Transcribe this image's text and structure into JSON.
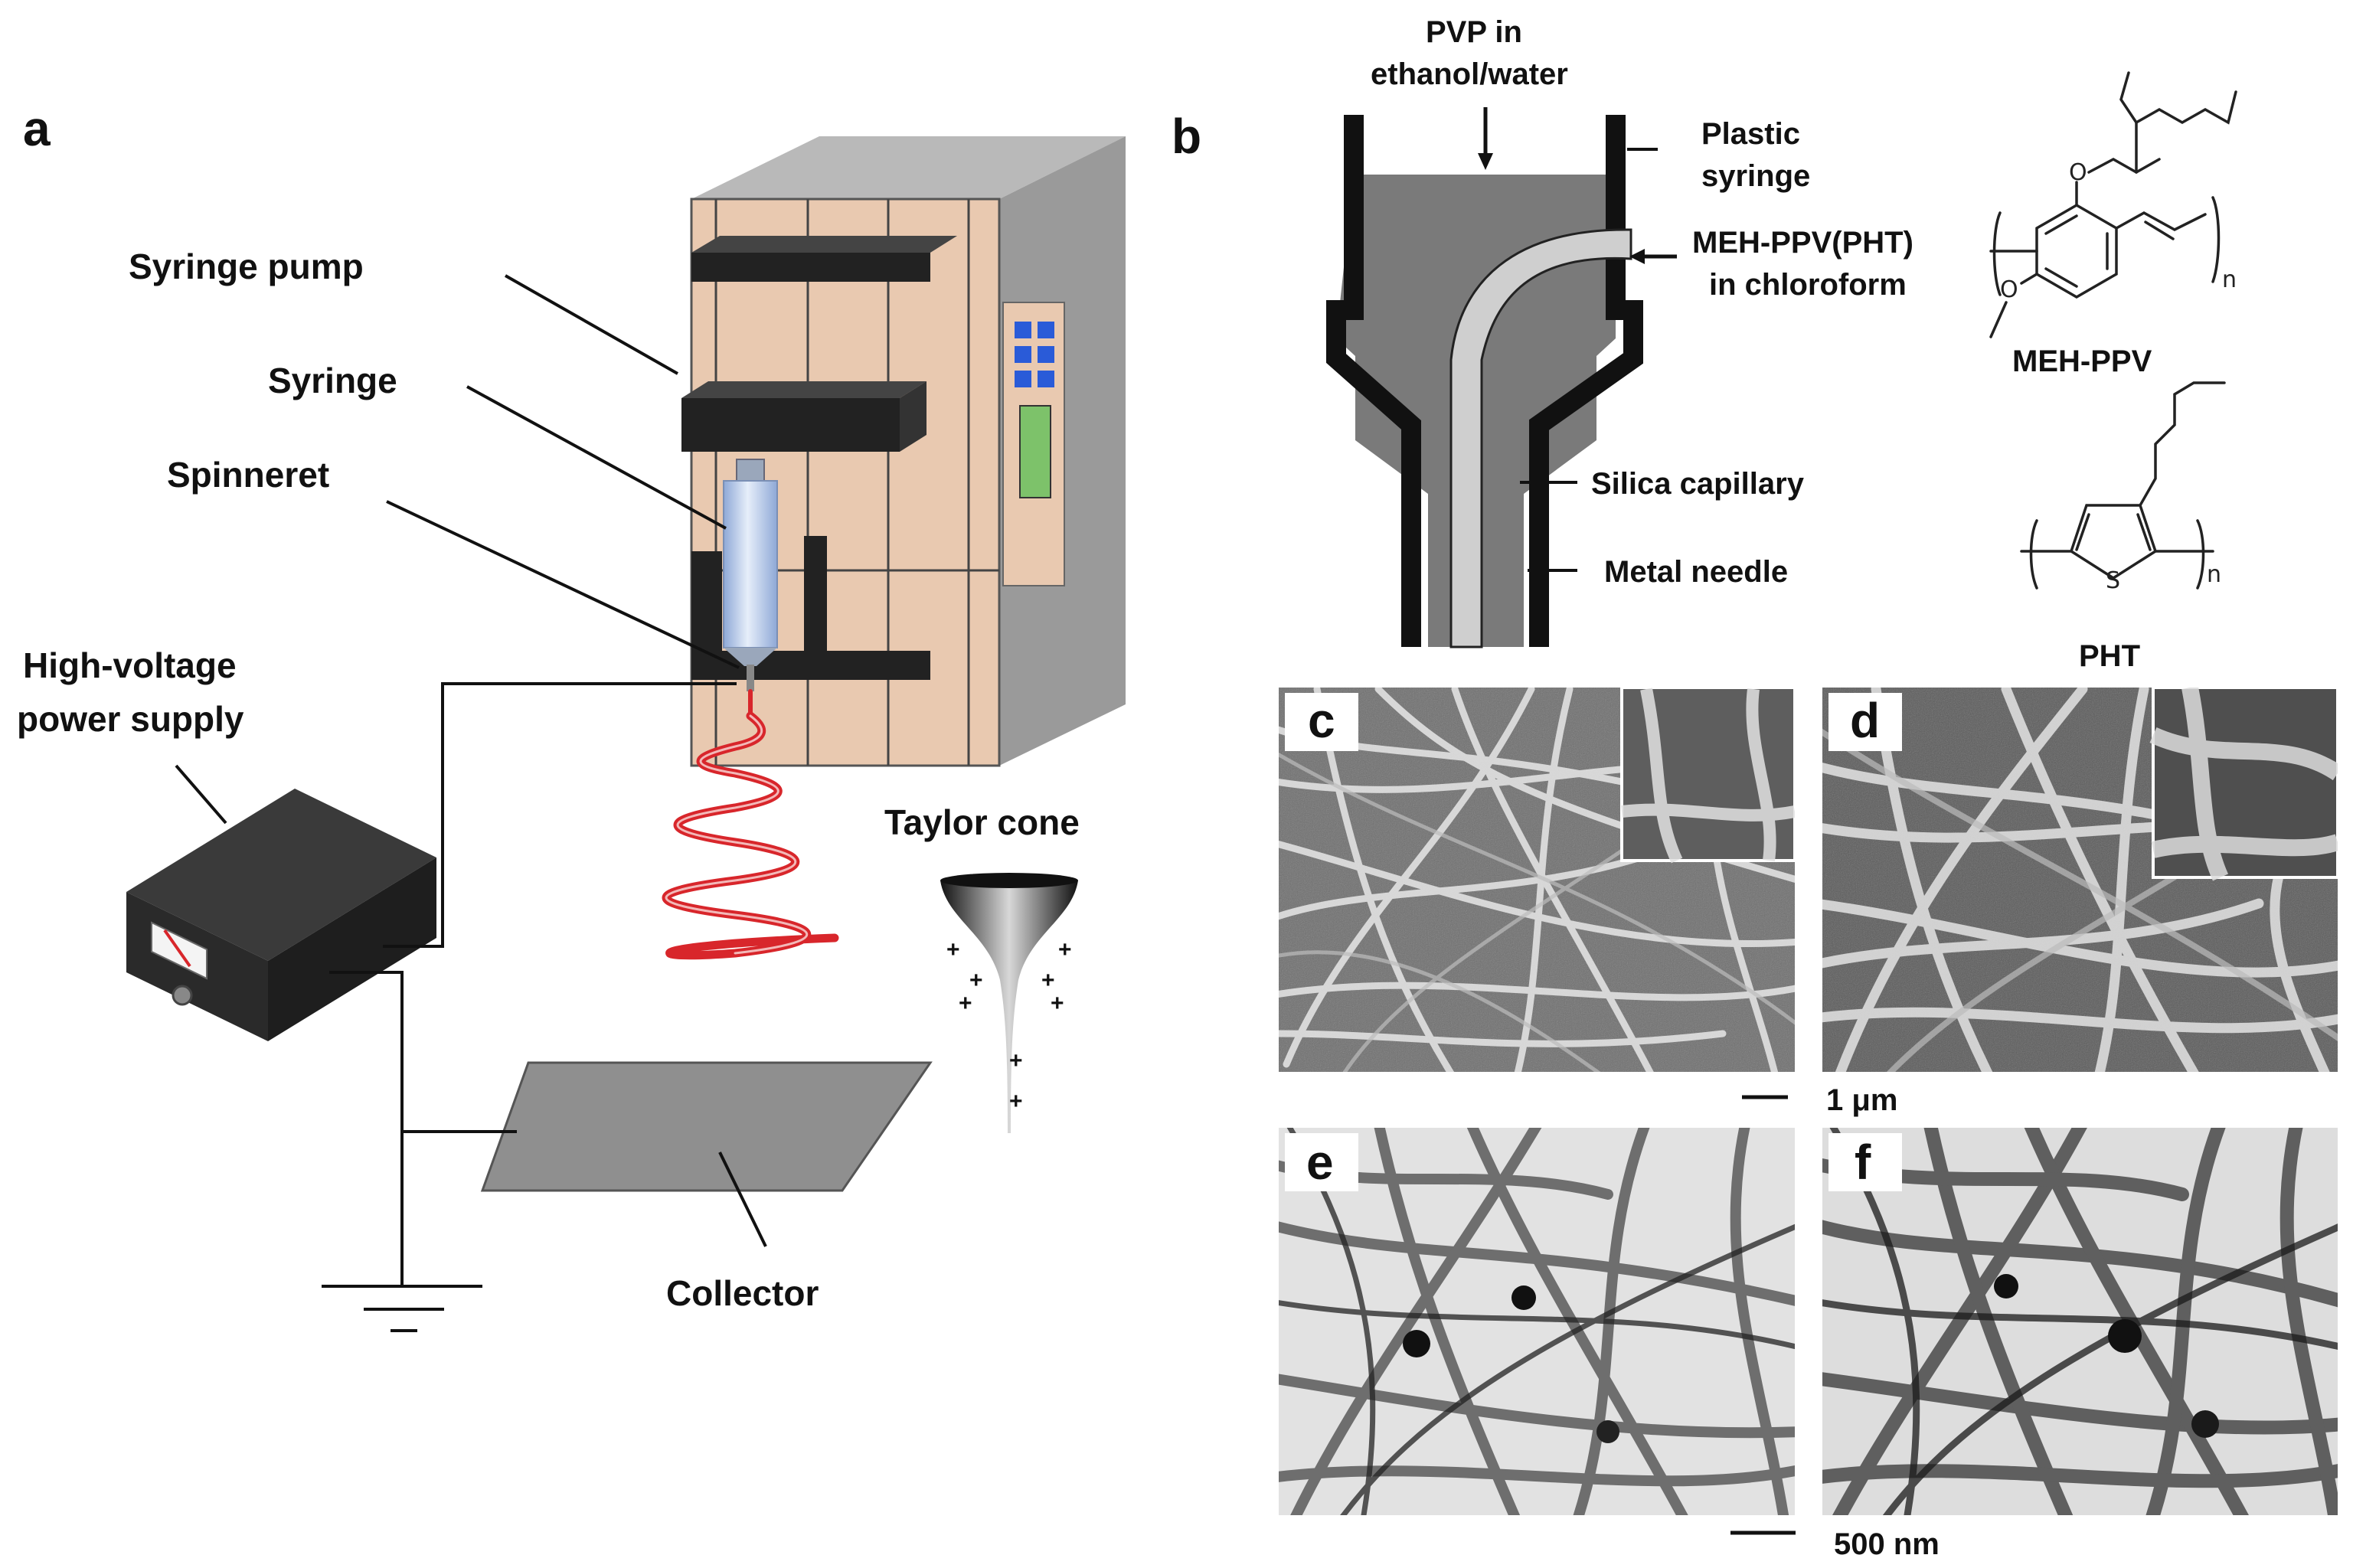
{
  "panels": {
    "a": "a",
    "b": "b",
    "c": "c",
    "d": "d",
    "e": "e",
    "f": "f"
  },
  "panel_a": {
    "syringe_pump": "Syringe pump",
    "syringe": "Syringe",
    "spinneret": "Spinneret",
    "hv_line1": "High-voltage",
    "hv_line2": "power supply",
    "taylor_cone": "Taylor cone",
    "collector": "Collector",
    "charge_sign": "+"
  },
  "panel_b": {
    "pvp_line1": "PVP in",
    "pvp_line2": "ethanol/water",
    "plastic_line1": "Plastic",
    "plastic_line2": "syringe",
    "mehppv_line1": "MEH-PPV(PHT)",
    "mehppv_line2": "in chloroform",
    "silica": "Silica capillary",
    "metal": "Metal needle",
    "mehppv_name": "MEH-PPV",
    "pht_name": "PHT",
    "repeat_n": "n",
    "sulfur": "S",
    "oxygen": "O"
  },
  "scale_bars": {
    "sem": "1 μm",
    "tem": "500 nm"
  },
  "colors": {
    "pump_body": "#e9c9b0",
    "pump_side": "#9a9a9a",
    "pump_top": "#b9b9b9",
    "rail": "#222222",
    "syringe_blue": "#b7c8e6",
    "jet_red": "#d8262b",
    "collector_gray": "#8f8f8f",
    "supply_black": "#2a2a2a",
    "sem_gray": "#7c7c7c",
    "tem_bg": "#e2e2e2",
    "screen_green": "#7dc26a",
    "button_blue": "#2a5bd8",
    "syringe_fill": "#7a7a7a",
    "capillary": "#cfcfcf"
  }
}
